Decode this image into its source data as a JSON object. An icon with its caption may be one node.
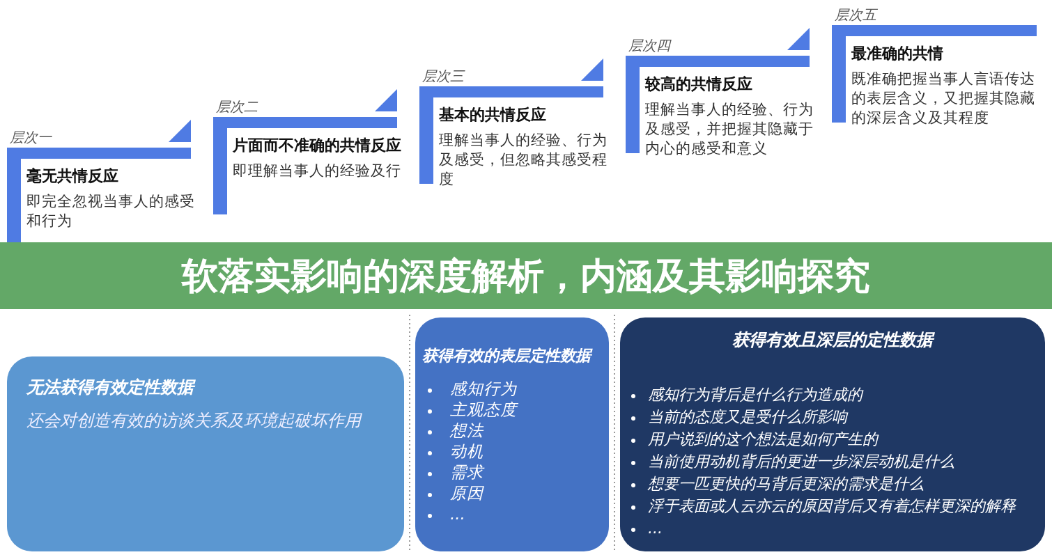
{
  "diagram": {
    "title": "软落实影响的深度解析，内涵及其影响探究",
    "nodes": [
      {
        "text": [
          "毫无共情反应",
          "即完全忽视当事人的感受和行为"
        ],
        "beside": [
          "层次一"
        ]
      },
      {
        "text": [
          "片面而不准确的共情反应",
          "即理解当事人的经验及行"
        ],
        "beside": [
          "层次二"
        ]
      },
      {
        "text": [
          "基本的共情反应",
          "理解当事人的经验、行为及感受，但忽略其感受程度"
        ],
        "beside": [
          "层次三"
        ]
      },
      {
        "text": [
          "较高的共情反应",
          "理解当事人的经验、行为及感受，并把握其隐藏于内心的感受和意义"
        ],
        "beside": [
          "层次四"
        ]
      },
      {
        "text": [
          "最准确的共情",
          "既准确把握当事人言语传达的表层含义，又把握其隐藏的深层含义及其程度"
        ],
        "beside": [
          "层次五"
        ]
      },
      {
        "text": [
          "无法获得有效定性数据",
          "还会对创造有效的访谈关系及环境起破坏作用"
        ]
      },
      {
        "text": [
          "获得有效的表层定性数据",
          "感知行为",
          "主观态度",
          "想法",
          "动机",
          "需求",
          "原因",
          "..."
        ]
      },
      {
        "text": [
          "获得有效且深层的定性数据",
          "感知行为背后是什么行为造成的",
          "当前的态度又是受什么所影响",
          "用户说到的这个想法是如何产生的",
          "当前使用动机背后的更进一步深层动机是什么",
          "想要一匹更快的马背后更深的需求是什么",
          "浮于表面或人云亦云的原因背后又有着怎样更深的解释",
          "..."
        ]
      }
    ],
    "edges": []
  }
}
